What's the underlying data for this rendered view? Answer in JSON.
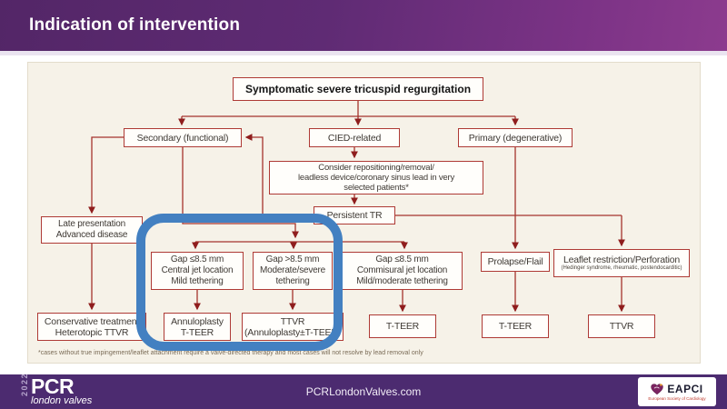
{
  "header": {
    "title": "Indication of intervention"
  },
  "flowchart": {
    "nodes": {
      "title": "Symptomatic severe tricuspid regurgitation",
      "secondary": "Secondary (functional)",
      "cied": "CIED-related",
      "primary": "Primary (degenerative)",
      "consider": {
        "lines": [
          "Consider repositioning/removal/",
          "leadless device/coronary sinus lead in very",
          "selected patients*"
        ]
      },
      "persistent": "Persistent TR",
      "late": {
        "lines": [
          "Late presentation",
          "Advanced disease"
        ]
      },
      "gap_central": {
        "lines": [
          "Gap ≤8.5 mm",
          "Central jet location",
          "Mild tethering"
        ]
      },
      "gap_large": {
        "lines": [
          "Gap >8.5 mm",
          "Moderate/severe",
          "tethering"
        ]
      },
      "gap_commissural": {
        "lines": [
          "Gap ≤8.5 mm",
          "Commisural jet location",
          "Mild/moderate tethering"
        ]
      },
      "prolapse": "Prolapse/Flail",
      "leaflet": {
        "lines": [
          "Leaflet restriction/Perforation",
          "(Hedinger syndrome, rheumatic, postendocarditic)"
        ]
      },
      "conservative": {
        "lines": [
          "Conservative treatment",
          "Heterotopic TTVR"
        ]
      },
      "annuloplasty": {
        "lines": [
          "Annuloplasty",
          "T-TEER"
        ]
      },
      "ttvr_combo": {
        "lines": [
          "TTVR",
          "(Annuloplasty±T-TEER)"
        ]
      },
      "tteer_1": "T-TEER",
      "tteer_2": "T-TEER",
      "ttvr_2": "TTVR"
    },
    "footnote": "*cases without true impingement/leaflet attachment require a valve-directed therapy and most cases will not resolve by lead removal only",
    "colors": {
      "line": "#a5332d",
      "arrow": "#8f1d1d",
      "box_border": "#ae3a35",
      "highlight": "#4380c1",
      "panel": "#f6f2e8"
    }
  },
  "footer": {
    "url": "PCRLondonValves.com",
    "brand": {
      "year": "2022",
      "name": "PCR",
      "subtitle": "london valves"
    },
    "eapci": {
      "name": "EAPCI",
      "subtitle": "European Society of Cardiology"
    },
    "background": "#4c2b70"
  }
}
